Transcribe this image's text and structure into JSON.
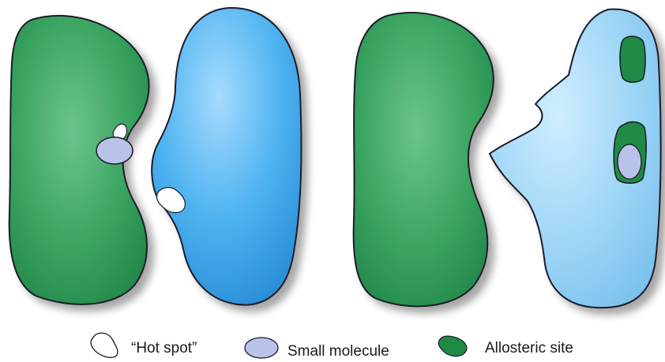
{
  "legend": {
    "hot_spot": "“Hot spot”",
    "small_molecule": "Small molecule",
    "allosteric_site": "Allosteric site"
  },
  "colors": {
    "green_protein": "#2f9a55",
    "blue_protein": "#3fa6e8",
    "hot_spot_fill": "#ffffff",
    "small_molecule_fill": "#b9c3ea",
    "allosteric_fill": "#1e8a44",
    "outline": "#1b1b2a"
  }
}
